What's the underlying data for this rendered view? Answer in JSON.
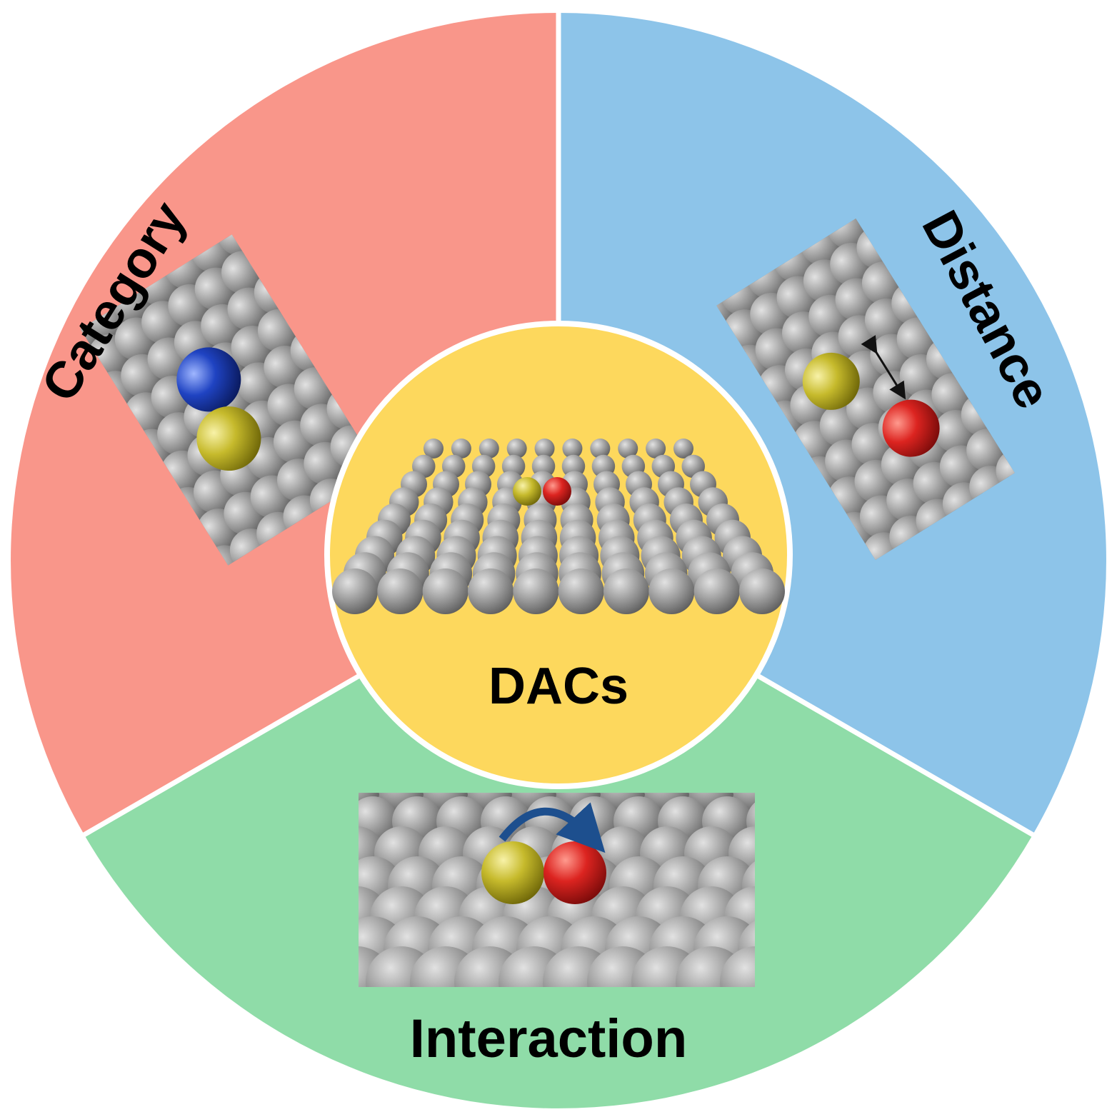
{
  "center": {
    "label": "DACs",
    "color": "#fdd85d"
  },
  "sectors": {
    "category": {
      "label": "Category",
      "color": "#f9968a"
    },
    "distance": {
      "label": "Distance",
      "color": "#8dc4e9"
    },
    "interaction": {
      "label": "Interaction",
      "color": "#8fdca8"
    }
  },
  "atoms": {
    "substrate": "#9c9c9c",
    "yellow": "#c9bd2e",
    "red": "#d9201f",
    "blue": "#1f43c2"
  },
  "arrows": {
    "distance_arrow": "#111111",
    "interaction_arrow": "#1d4f8e"
  }
}
